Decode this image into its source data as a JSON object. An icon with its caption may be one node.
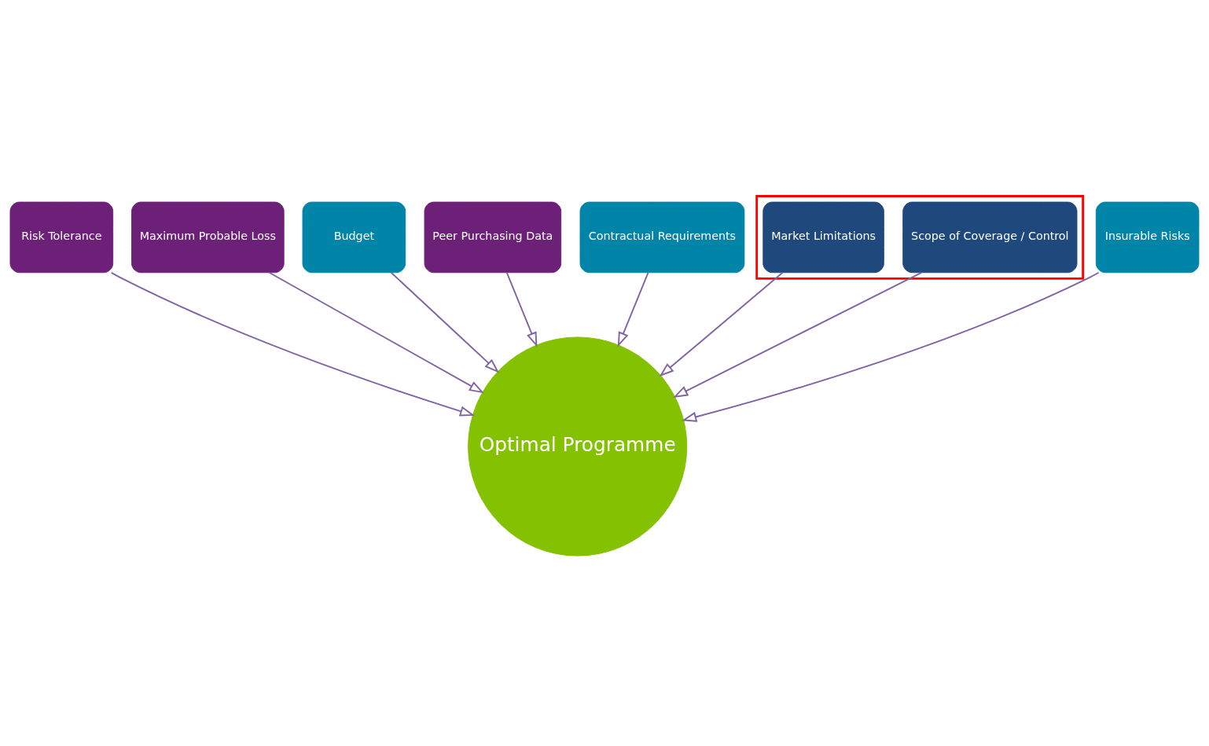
{
  "diagram": {
    "nodes": [
      {
        "text": [
          "Risk Tolerance"
        ]
      },
      {
        "text": [
          "Maximum Probable Loss"
        ]
      },
      {
        "text": [
          "Budget"
        ]
      },
      {
        "text": [
          "Peer Purchasing Data"
        ]
      },
      {
        "text": [
          "Contractual Requirements"
        ]
      },
      {
        "text": [],
        "shape": "box"
      },
      {
        "text": [
          "Scope of Coverage / Control"
        ],
        "in": 5
      },
      {
        "text": [
          "Insurable Risks"
        ]
      },
      {
        "text": [
          "Optimal Programme"
        ]
      },
      {
        "text": [
          "Market Limitations"
        ],
        "in": 5
      }
    ],
    "edges": [
      {
        "from": 7,
        "to": 8,
        "arrow": "to"
      },
      {
        "from": 4,
        "to": 8,
        "arrow": "to"
      },
      {
        "from": 2,
        "to": 8,
        "arrow": "to"
      },
      {
        "from": 0,
        "to": 8,
        "arrow": "to"
      },
      {
        "from": 1,
        "to": 8,
        "arrow": "to"
      },
      {
        "from": 3,
        "to": 8,
        "arrow": "to"
      },
      {
        "from": 6,
        "to": 8,
        "arrow": "to"
      },
      {
        "from": 9,
        "to": 8,
        "arrow": "to"
      }
    ]
  }
}
